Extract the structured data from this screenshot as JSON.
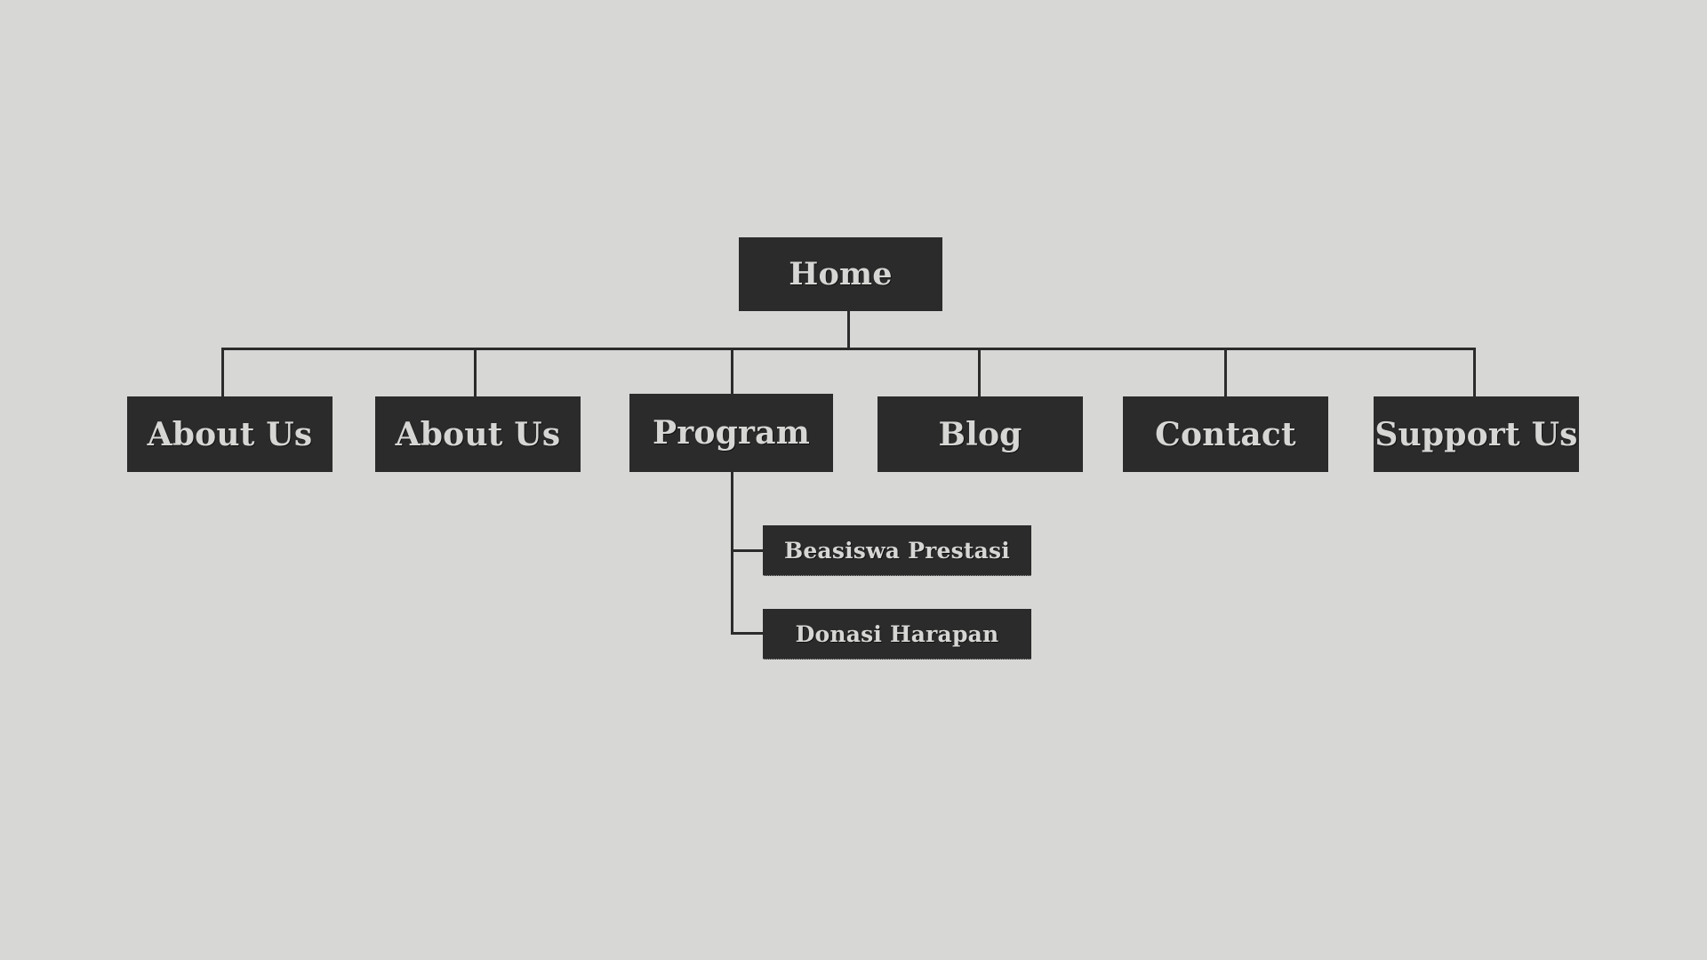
{
  "diagram": {
    "type": "sitemap-tree",
    "background_color": "#d7d7d5",
    "node_fill_color": "#2b2b2b",
    "node_text_color": "#d6d6d4",
    "connector_color": "#2b2b2b",
    "root": {
      "label": "Home"
    },
    "level2": [
      {
        "label": "About Us"
      },
      {
        "label": "About Us"
      },
      {
        "label": "Program"
      },
      {
        "label": "Blog"
      },
      {
        "label": "Contact"
      },
      {
        "label": "Support Us"
      }
    ],
    "program_children": [
      {
        "label": "Beasiswa Prestasi"
      },
      {
        "label": "Donasi Harapan"
      }
    ]
  }
}
